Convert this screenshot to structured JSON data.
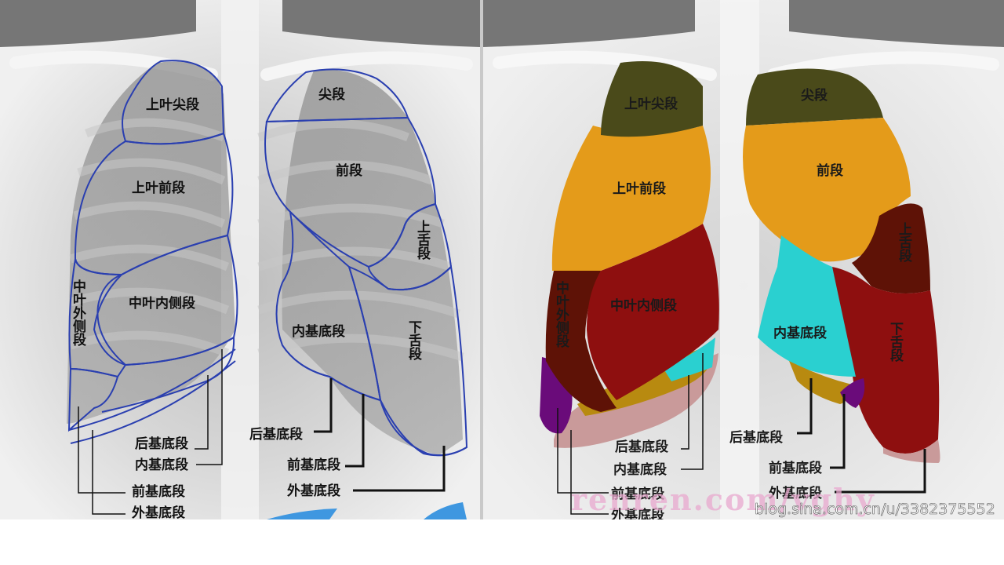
{
  "left_labels": {
    "upper_apical": "上叶尖段",
    "upper_anterior": "上叶前段",
    "middle_medial": "中叶内侧段",
    "middle_lateral": "中叶外侧段",
    "posterior_basal": "后基底段",
    "medial_basal": "内基底段",
    "anterior_basal": "前基底段",
    "lateral_basal": "外基底段",
    "l_apical": "尖段",
    "l_anterior": "前段",
    "superior_lingular": "上舌段",
    "l_medial_basal": "内基底段",
    "inferior_lingular": "下舌段",
    "l_posterior_basal": "后基底段",
    "l_anterior_basal": "前基底段",
    "l_lateral_basal": "外基底段"
  },
  "right_labels": {
    "upper_apical": "上叶尖段",
    "upper_anterior": "上叶前段",
    "middle_medial": "中叶内侧段",
    "middle_lateral": "中叶外侧段",
    "posterior_basal": "后基底段",
    "medial_basal": "内基底段",
    "anterior_basal": "前基底段",
    "lateral_basal": "外基底段",
    "l_apical": "尖段",
    "l_anterior": "前段",
    "superior_lingular": "上舌段",
    "l_medial_basal": "内基底段",
    "inferior_lingular": "下舌段",
    "l_posterior_basal": "后基底段",
    "l_anterior_basal": "前基底段",
    "l_lateral_basal": "外基底段"
  },
  "watermark": "renren.com/vghy",
  "credit": "blog.sina.com.cn/u/3382375552",
  "colors": {
    "outline": "#2a3fb0",
    "apical": "#4a4a1a",
    "anterior": "#e49b1a",
    "middle_medial": "#8e0f0f",
    "middle_lateral": "#5e1206",
    "medial_basal": "#2ad0d0",
    "posterior_basal": "#b88a10",
    "anterior_basal": "#6a0b7a",
    "lateral_basal": "#c99a9a",
    "inferior_lingular": "#8e0f0f",
    "superior_lingular": "#5e1206",
    "xray_dark": "#6d6d6d",
    "xray_light": "#dcdcdc"
  }
}
